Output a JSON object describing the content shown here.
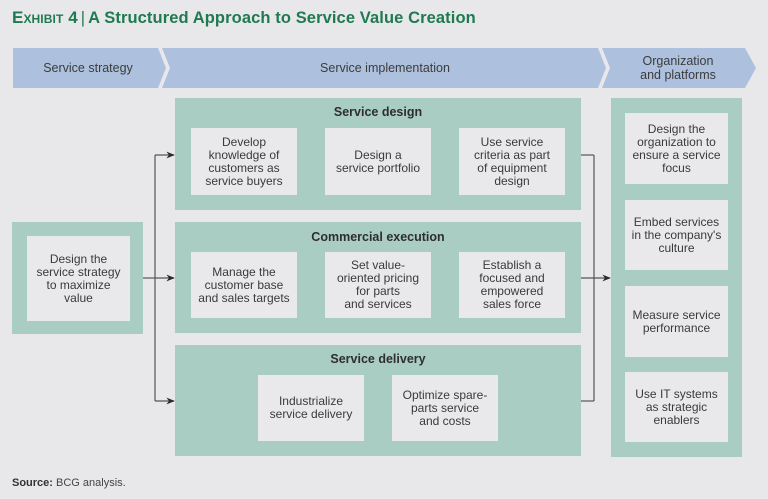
{
  "header": {
    "exhibit_label": "Exhibit 4",
    "separator": "|",
    "title": "A Structured Approach to Service Value Creation"
  },
  "phases": [
    {
      "label": "Service strategy"
    },
    {
      "label": "Service implementation"
    },
    {
      "label": "Organization\nand platforms"
    }
  ],
  "strategy": {
    "card": "Design the\nservice strategy\nto maximize\nvalue"
  },
  "implementation": {
    "groups": [
      {
        "title": "Service design",
        "cards": [
          "Develop\nknowledge of\ncustomers as\nservice buyers",
          "Design a\nservice portfolio",
          "Use service\ncriteria as part\nof equipment\ndesign"
        ]
      },
      {
        "title": "Commercial execution",
        "cards": [
          "Manage the\ncustomer base\nand sales targets",
          "Set value-\noriented pricing\nfor parts\nand services",
          "Establish a\nfocused and\nempowered\nsales force"
        ]
      },
      {
        "title": "Service delivery",
        "cards": [
          "Industrialize\nservice delivery",
          "Optimize spare-\nparts service\nand costs"
        ]
      }
    ]
  },
  "organization": {
    "cards": [
      "Design the\norganization to\nensure a service\nfocus",
      "Embed services\nin the company's\nculture",
      "Measure service\nperformance",
      "Use IT systems\nas strategic\nenablers"
    ]
  },
  "footer": {
    "source_label": "Source:",
    "source_text": "BCG analysis."
  },
  "colors": {
    "title": "#1f7a50",
    "chevron": "#adc0dd",
    "panel": "#a9cdc2",
    "card": "#e9e9eb",
    "background": "#e8e8ea",
    "connector": "#555555"
  }
}
